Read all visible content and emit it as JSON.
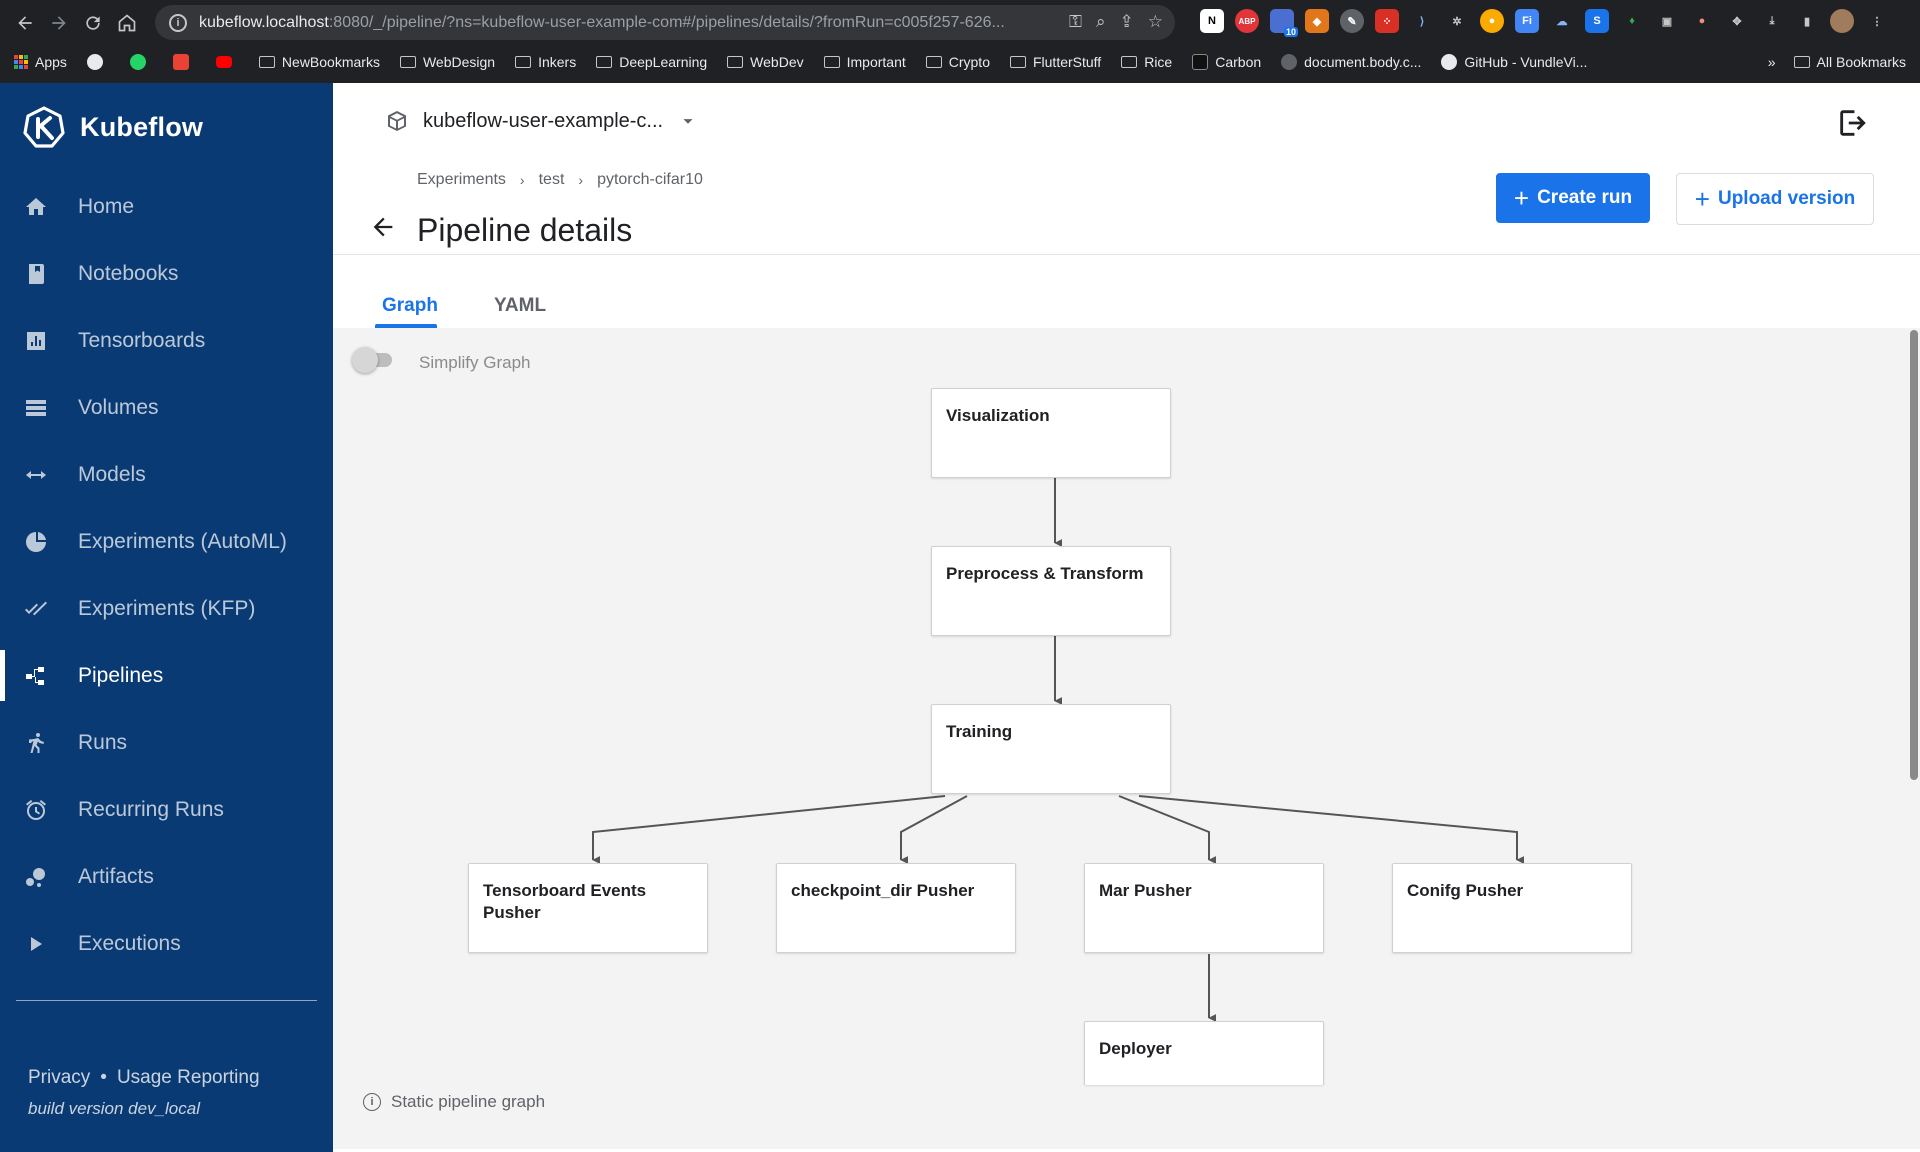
{
  "browser": {
    "url_host": "kubeflow.localhost",
    "url_path": ":8080/_/pipeline/?ns=kubeflow-user-example-com#/pipelines/details/?fromRun=c005f257-626...",
    "bookmarks": [
      "Apps",
      "NewBookmarks",
      "WebDesign",
      "Inkers",
      "DeepLearning",
      "WebDev",
      "Important",
      "Crypto",
      "FlutterStuff",
      "Rice",
      "Carbon",
      "document.body.c...",
      "GitHub - VundleVi..."
    ],
    "all_bookmarks": "All Bookmarks",
    "overflow": "»",
    "ext_abp": "ABP",
    "ext_badge": "10"
  },
  "sidebar": {
    "brand": "Kubeflow",
    "items": [
      {
        "label": "Home",
        "icon": "home-icon"
      },
      {
        "label": "Notebooks",
        "icon": "notebook-icon"
      },
      {
        "label": "Tensorboards",
        "icon": "chart-icon"
      },
      {
        "label": "Volumes",
        "icon": "storage-icon"
      },
      {
        "label": "Models",
        "icon": "code-arrows-icon"
      },
      {
        "label": "Experiments (AutoML)",
        "icon": "automl-icon"
      },
      {
        "label": "Experiments (KFP)",
        "icon": "checkmarks-icon"
      },
      {
        "label": "Pipelines",
        "icon": "pipeline-icon"
      },
      {
        "label": "Runs",
        "icon": "run-icon"
      },
      {
        "label": "Recurring Runs",
        "icon": "alarm-icon"
      },
      {
        "label": "Artifacts",
        "icon": "bubbles-icon"
      },
      {
        "label": "Executions",
        "icon": "play-icon"
      }
    ],
    "active_item": "Pipelines",
    "footer_privacy": "Privacy",
    "footer_bullet": "•",
    "footer_usage": "Usage Reporting",
    "build_version": "build version dev_local"
  },
  "topbar": {
    "namespace": "kubeflow-user-example-c..."
  },
  "header": {
    "breadcrumbs": [
      "Experiments",
      "test",
      "pytorch-cifar10"
    ],
    "breadcrumb_sep": "›",
    "title": "Pipeline details",
    "create_run": "Create run",
    "upload_version": "Upload version"
  },
  "tabs": [
    {
      "label": "Graph",
      "active": true
    },
    {
      "label": "YAML",
      "active": false
    }
  ],
  "graph": {
    "simplify_label": "Simplify Graph",
    "simplify_on": false,
    "nodes": [
      "Visualization",
      "Preprocess & Transform",
      "Training",
      "Tensorboard Events Pusher",
      "checkpoint_dir Pusher",
      "Mar Pusher",
      "Conifg Pusher",
      "Deployer"
    ],
    "static_note": "Static pipeline graph"
  },
  "colors": {
    "sidebar_bg": "#0a3a73",
    "accent": "#1a73e8",
    "graph_bg": "#f3f3f3"
  }
}
